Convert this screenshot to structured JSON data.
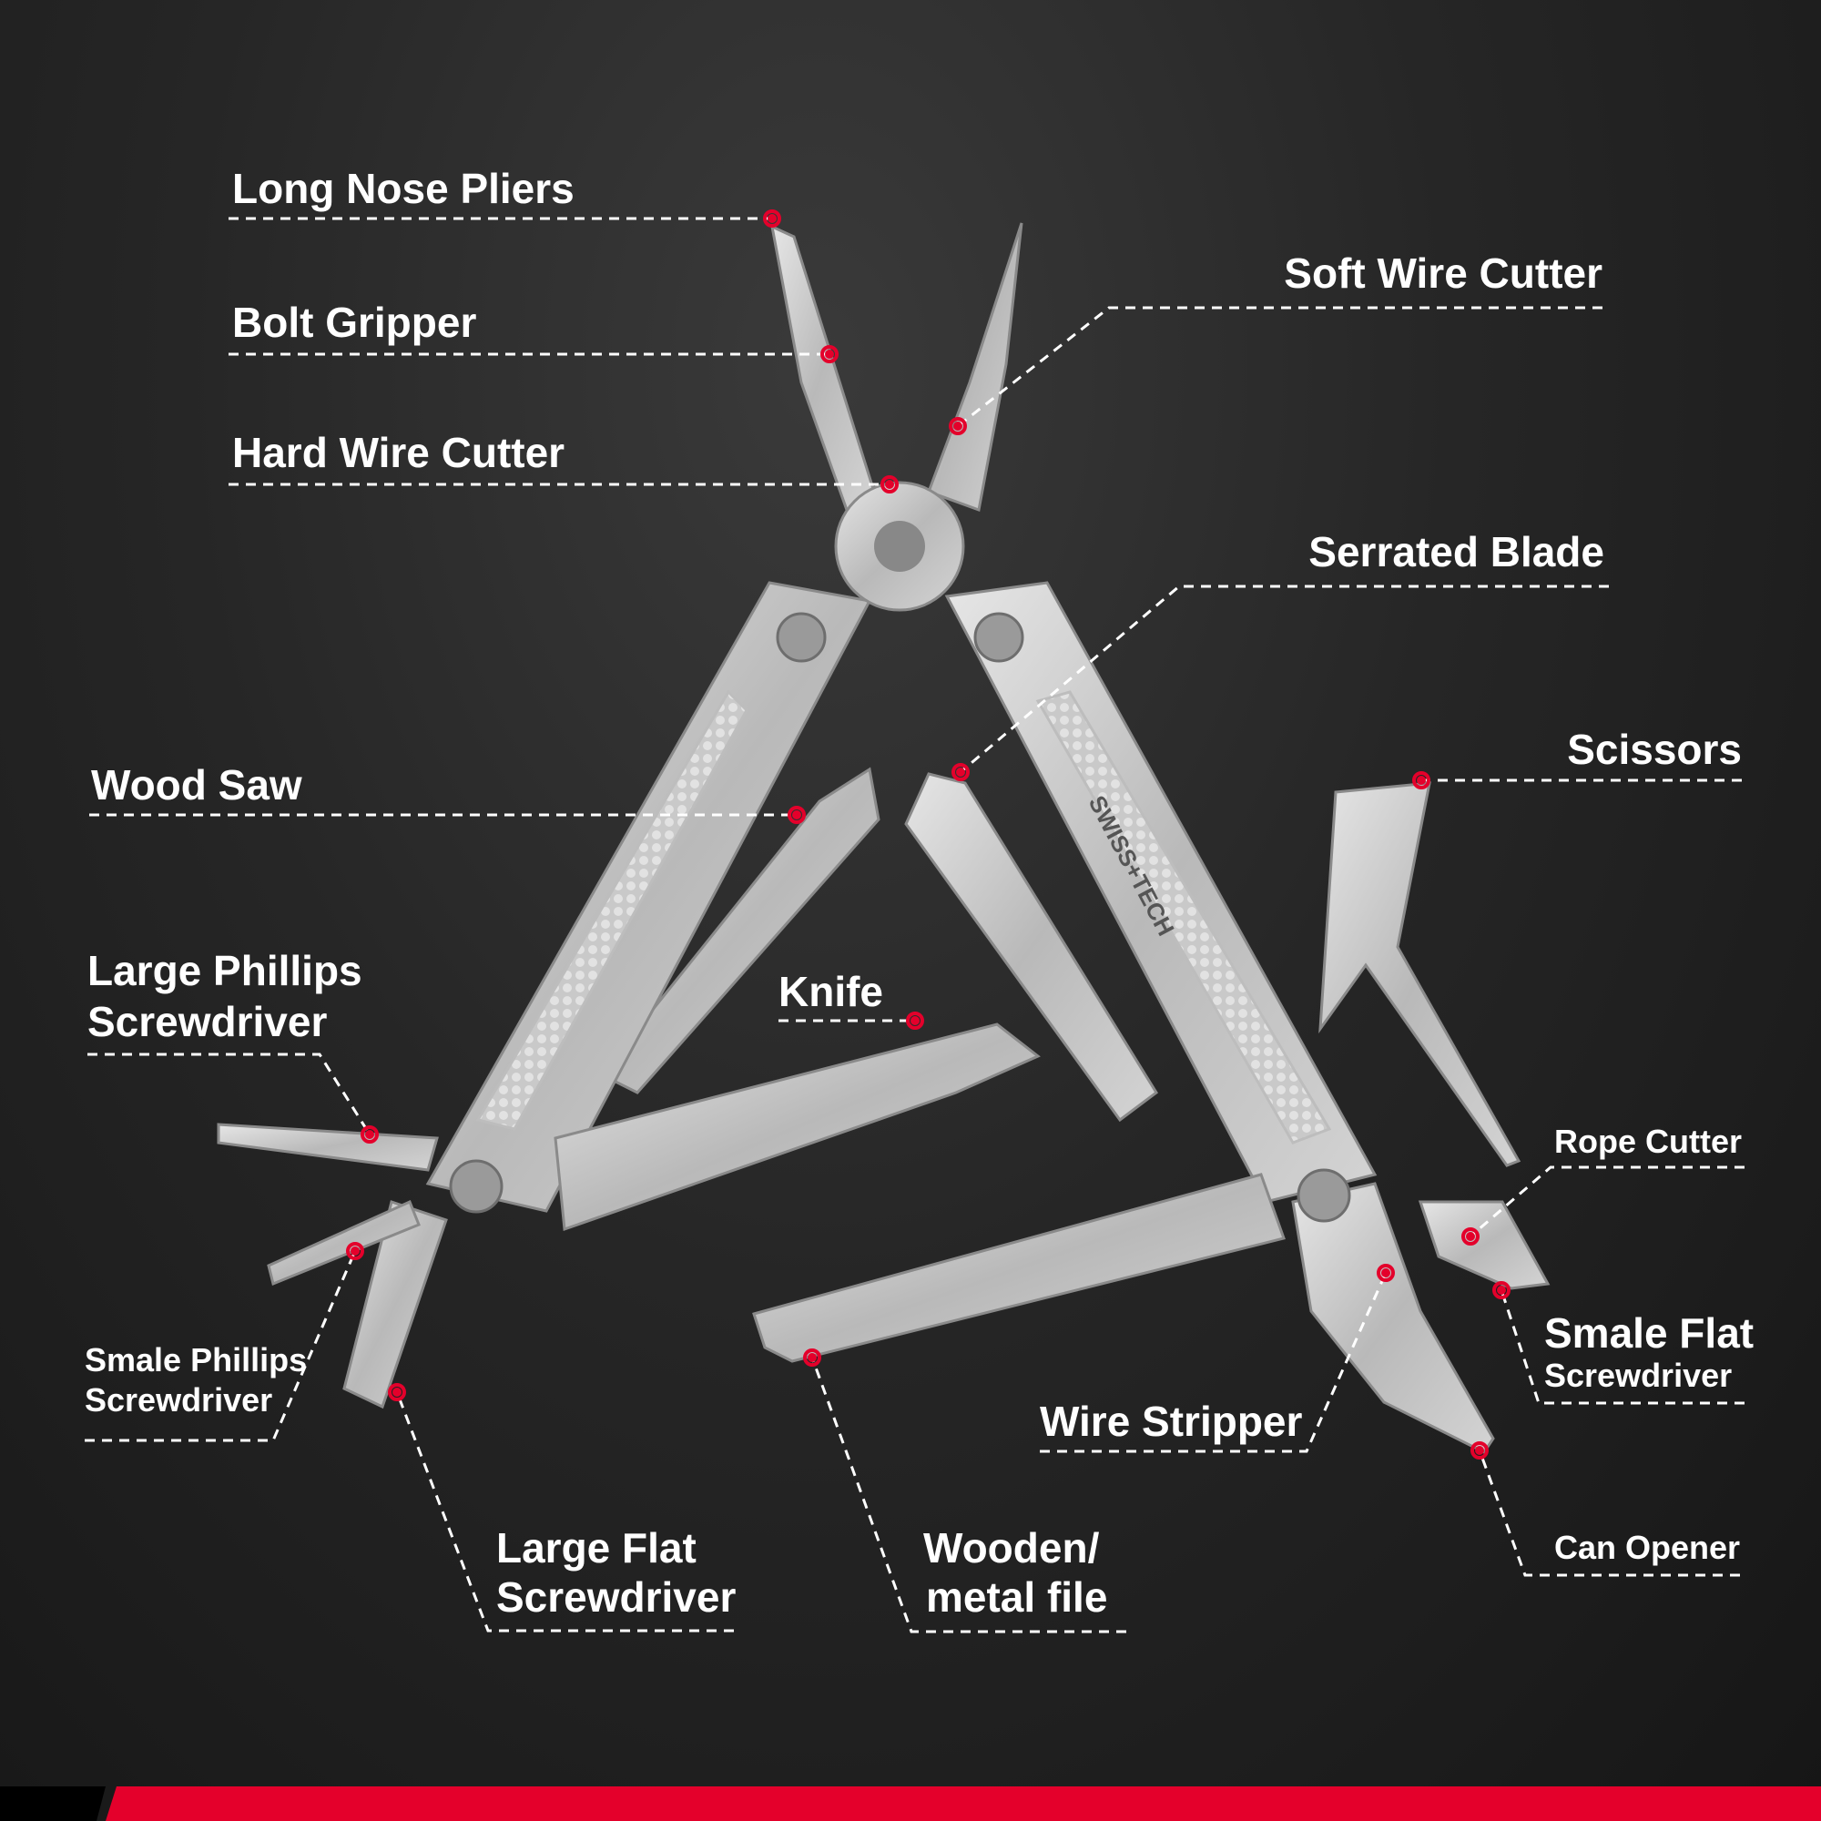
{
  "brand": "SWISS+TECH",
  "colors": {
    "accent": "#e4002b",
    "background": "#262626",
    "text": "#ffffff",
    "marker": "#e4002b"
  },
  "labels": {
    "long_nose_pliers": "Long Nose Pliers",
    "bolt_gripper": "Bolt Gripper",
    "hard_wire_cutter": "Hard Wire Cutter",
    "soft_wire_cutter": "Soft Wire Cutter",
    "serrated_blade": "Serrated Blade",
    "scissors": "Scissors",
    "wood_saw": "Wood Saw",
    "large_phillips": [
      "Large Phillips",
      "Screwdriver"
    ],
    "knife": "Knife",
    "rope_cutter": "Rope Cutter",
    "small_flat": [
      "Smale Flat",
      "Screwdriver"
    ],
    "small_phillips": [
      "Smale Phillips",
      "Screwdriver"
    ],
    "large_flat": [
      "Large Flat",
      "Screwdriver"
    ],
    "file": [
      "Wooden/",
      "metal file"
    ],
    "wire_stripper": "Wire Stripper",
    "can_opener": "Can Opener"
  }
}
